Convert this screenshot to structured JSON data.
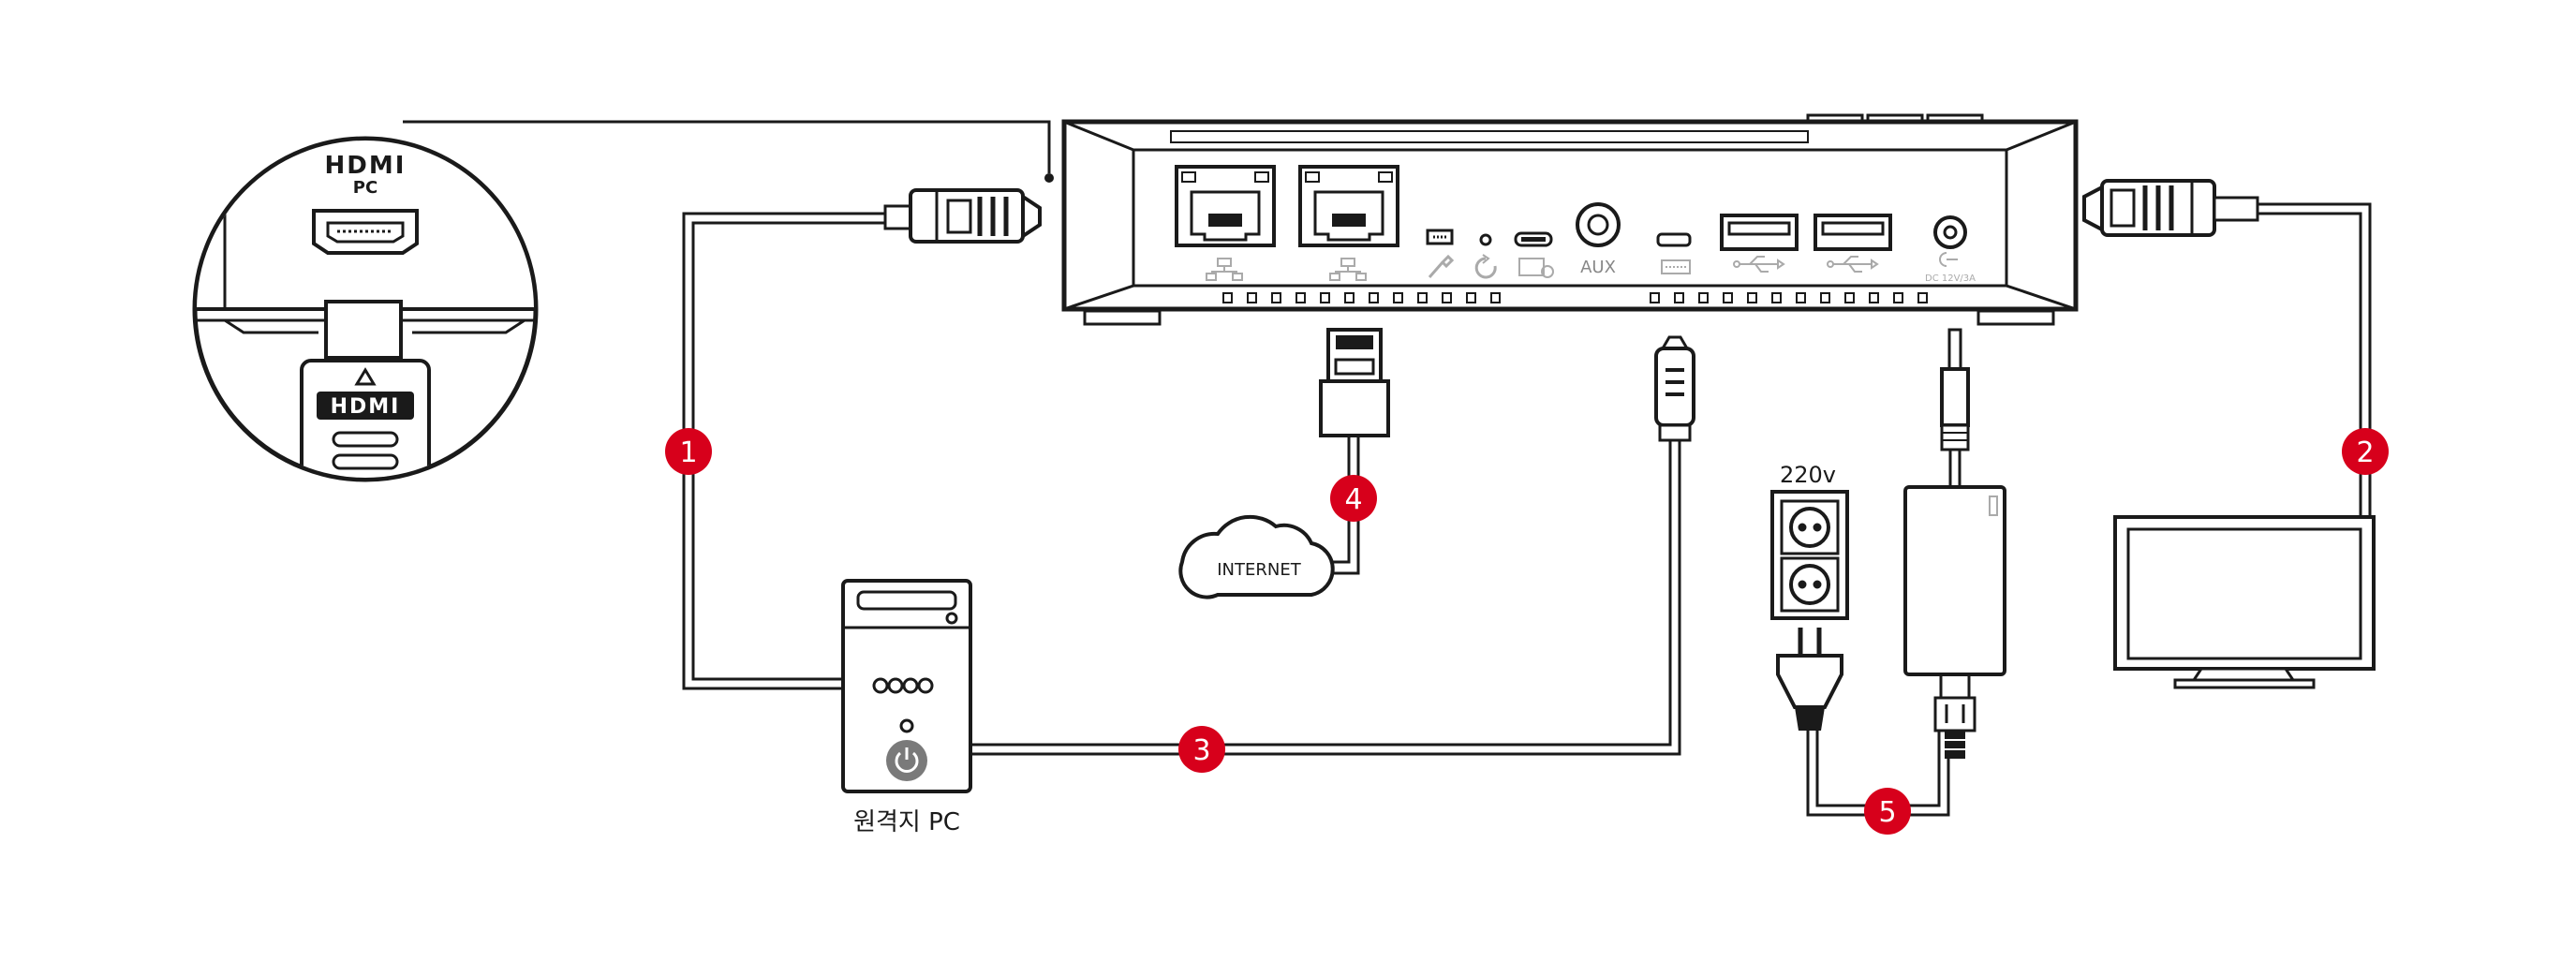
{
  "zoom_callout": {
    "hdmi_logo": "HDMI",
    "port_label": "PC",
    "plug_logo": "HDMI"
  },
  "device_ports": {
    "aux_label": "AUX",
    "dc_label": "DC 12V/3A"
  },
  "internet_label": "INTERNET",
  "remote_pc_label": "원격지 PC",
  "power_outlet_label": "220v",
  "step_badges": [
    "1",
    "2",
    "3",
    "4",
    "5"
  ],
  "colors": {
    "badge": "#d7001b",
    "line": "#1a1a1a",
    "cable": "#555555",
    "power_button": "#7a7a7a"
  }
}
